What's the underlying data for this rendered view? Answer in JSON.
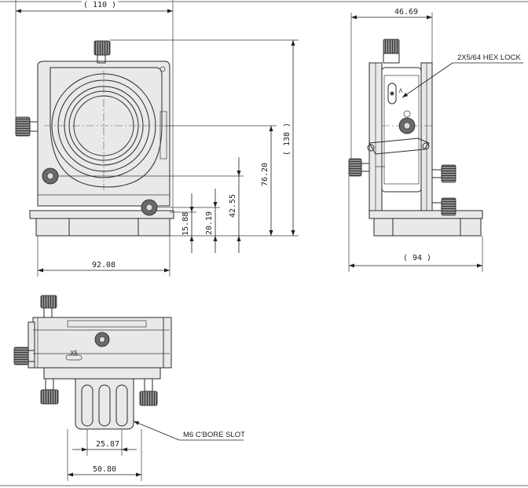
{
  "front_view": {
    "width_overall": "( 110 )",
    "base_width": "92.08",
    "height_overall": "( 138 )",
    "center_height": "76.20",
    "dim_1": "42.55",
    "dim_2": "20.19",
    "dim_3": "15.88"
  },
  "side_view": {
    "thickness": "46.69",
    "base_depth": "( 94 )",
    "hex_lock_note": "2X5/64 HEX LOCK"
  },
  "bottom_view": {
    "slot_pitch": "25.87",
    "slot_span": "50.80",
    "slot_note": "M6 C'BORE SLOT",
    "engraved_mark": "X5"
  }
}
